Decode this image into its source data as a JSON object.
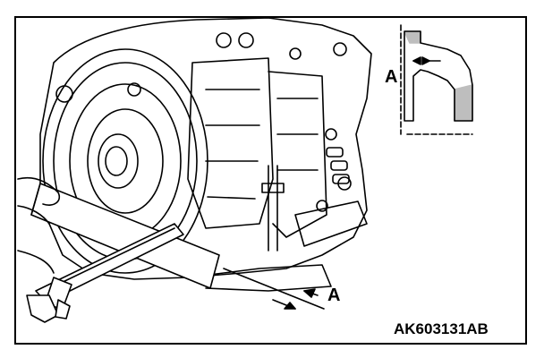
{
  "figure": {
    "callout_main": "A",
    "callout_inset": "A",
    "figure_code": "AK603131AB"
  }
}
